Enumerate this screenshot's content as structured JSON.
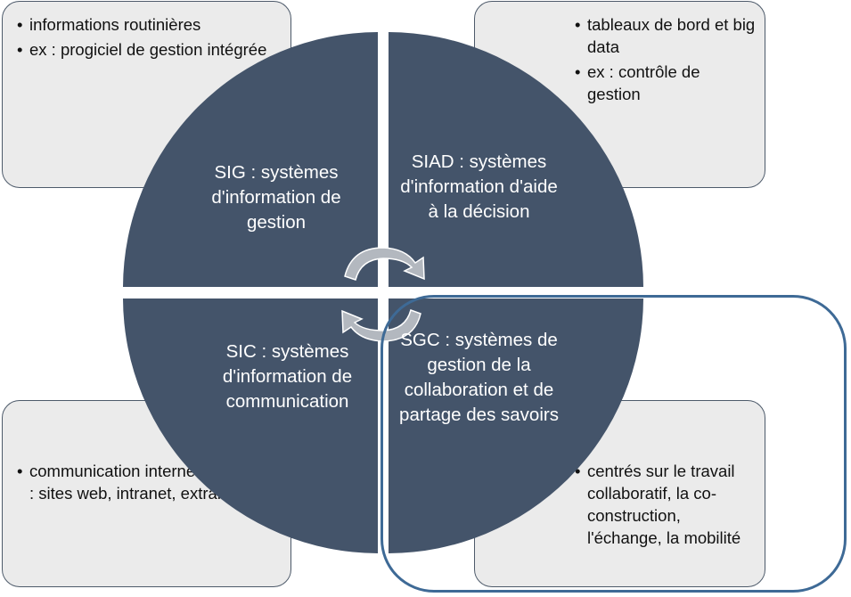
{
  "quadrants": {
    "top_left": {
      "title": "SIG : systèmes d'information de gestion",
      "bullets": [
        "informations routinières",
        "ex : progiciel de gestion intégrée"
      ]
    },
    "top_right": {
      "title": "SIAD : systèmes d'information d'aide à la décision",
      "bullets": [
        "tableaux de bord et big data",
        "ex : contrôle de gestion"
      ]
    },
    "bottom_left": {
      "title": "SIC : systèmes d'information de communication",
      "bullets": [
        "communication interne et externe : sites web, intranet, extranet..."
      ]
    },
    "bottom_right": {
      "title": "SGC : systèmes de gestion de la collaboration et de partage des savoirs",
      "bullets": [
        "centrés sur le travail collaboratif, la co-construction, l'échange, la mobilité"
      ]
    }
  },
  "colors": {
    "quadrant_fill": "#44546a",
    "box_fill": "#ebebeb",
    "arrow_fill": "#b3b8bf",
    "highlight_border": "#3e6a96"
  },
  "icons": [
    "cycle-arrow-icon"
  ]
}
